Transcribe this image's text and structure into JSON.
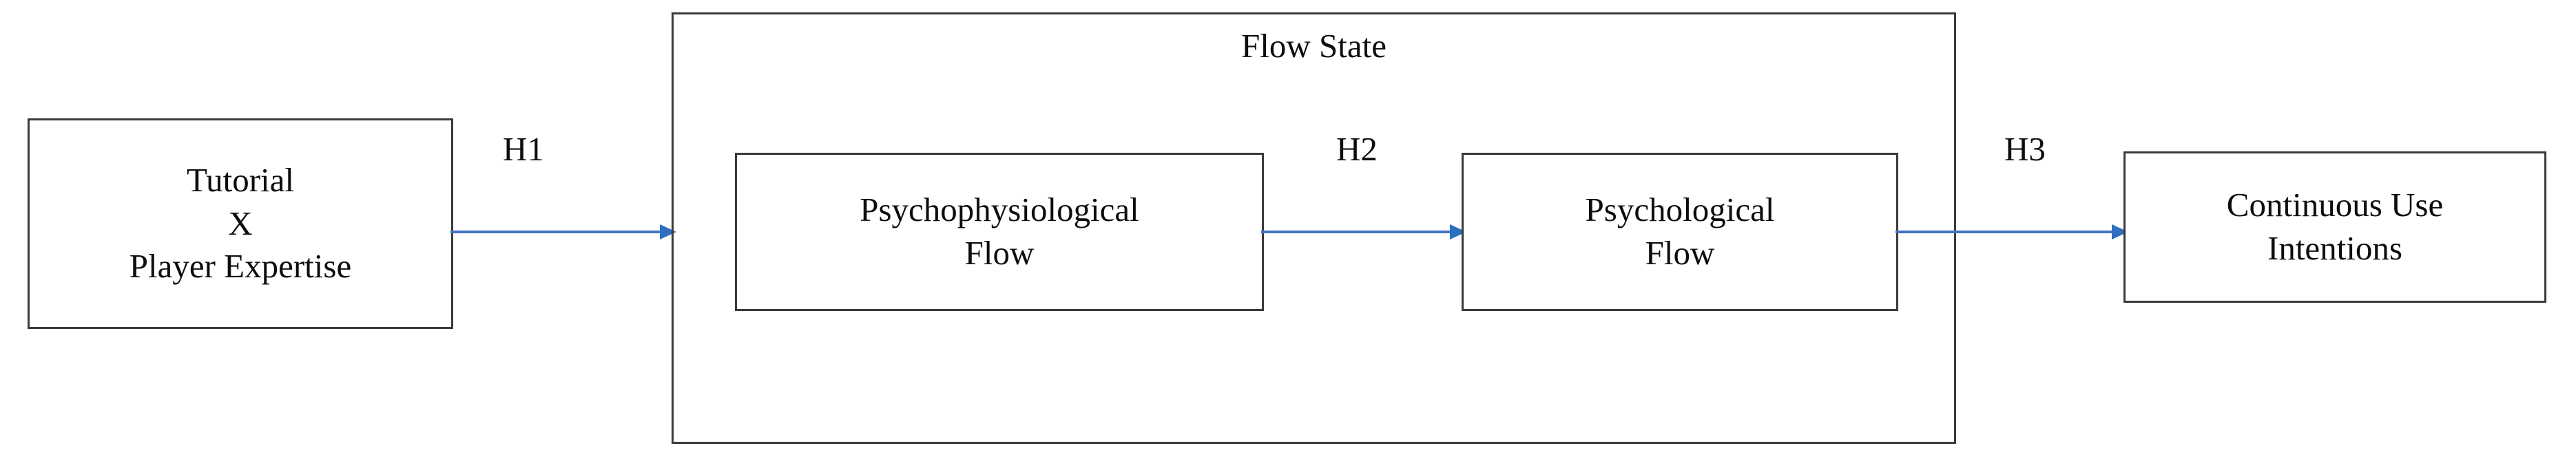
{
  "diagram": {
    "title_visible": false,
    "accent_color": "#4472C4",
    "line_color": "#3a3a3a",
    "text_color": "#0d0d0d",
    "background": "#ffffff"
  },
  "nodes": {
    "tutorial_expertise": {
      "label": "Tutorial\nX\nPlayer Expertise"
    },
    "psychophysiological_flow": {
      "label": "Psychophysiological\nFlow"
    },
    "psychological_flow": {
      "label": "Psychological\nFlow"
    },
    "continuous_use_intentions": {
      "label": "Continuous Use\nIntentions"
    }
  },
  "group": {
    "flow_state": {
      "title": "Flow State"
    }
  },
  "hypotheses": {
    "h1": {
      "label": "H1",
      "from": "tutorial_expertise",
      "to": "psychophysiological_flow"
    },
    "h2": {
      "label": "H2",
      "from": "psychophysiological_flow",
      "to": "psychological_flow"
    },
    "h3": {
      "label": "H3",
      "from": "psychological_flow",
      "to": "continuous_use_intentions"
    }
  }
}
